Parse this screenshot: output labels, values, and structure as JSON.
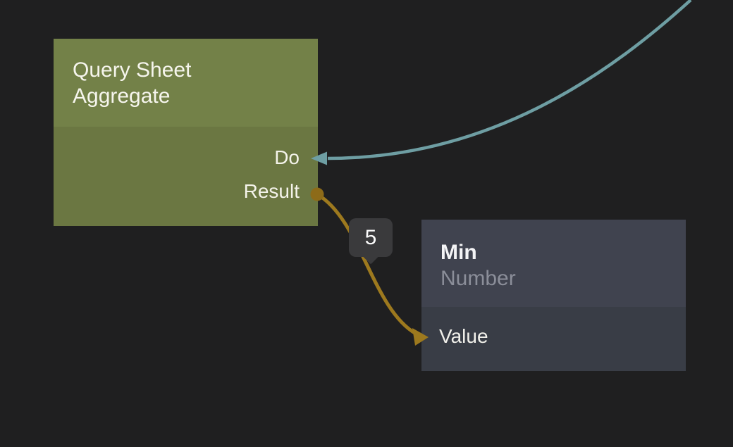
{
  "canvas": {
    "background": "#1f1f20"
  },
  "nodes": [
    {
      "title": "Query Sheet Aggregate",
      "colors": {
        "header": "#738148",
        "body": "#6b7742",
        "title_text": "#f6f5ed",
        "port_text": "#f4f3ea"
      },
      "ports": [
        {
          "label": "Do",
          "side": "right",
          "kind": "exec-input"
        },
        {
          "label": "Result",
          "side": "right",
          "kind": "data-output"
        }
      ]
    },
    {
      "title": "Min",
      "subtitle": "Number",
      "colors": {
        "header": "#40434f",
        "body": "#393d46",
        "title_text": "#f4f4f6",
        "subtitle_text": "#8b8e99",
        "port_text": "#f1f0ea"
      },
      "ports": [
        {
          "label": "Value",
          "side": "left",
          "kind": "data-input"
        }
      ]
    }
  ],
  "wires": [
    {
      "name": "exec-wire",
      "color": "#6e9ea3",
      "to": "Query Sheet Aggregate.Do"
    },
    {
      "name": "result-wire",
      "color": "#9d791e",
      "dot_color": "#8d6b19",
      "from": "Query Sheet Aggregate.Result",
      "to": "Min.Value"
    }
  ],
  "badge": {
    "label": "5",
    "background": "#3a3a3c",
    "text_color": "#fbfbfb"
  }
}
